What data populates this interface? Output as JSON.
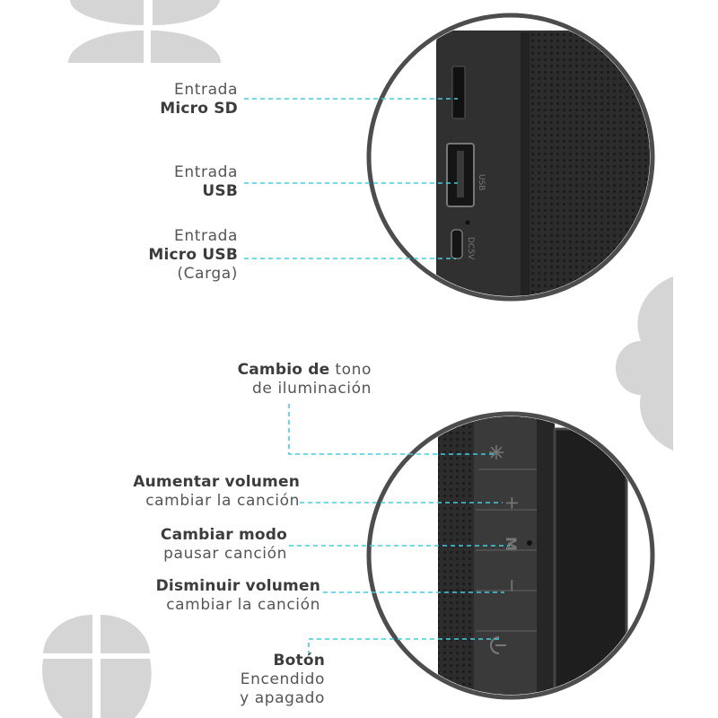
{
  "colors": {
    "decor": "#d5d5d5",
    "ring": "#4d4d4d",
    "device": "#2a2a2a",
    "leader": "#3fd0e0",
    "text": "#4a4a4a"
  },
  "ports": [
    {
      "line1": "Entrada",
      "line2": "Micro SD"
    },
    {
      "line1": "Entrada",
      "line2": "USB"
    },
    {
      "line1": "Entrada",
      "line2": "Micro USB",
      "line3": "(Carga)"
    }
  ],
  "port_markings": {
    "usb": "USB",
    "dc": "DC5V"
  },
  "buttons": {
    "light": {
      "bold": "Cambio de",
      "rest": " tono",
      "line2": "de iluminación"
    },
    "vol_up": {
      "bold": "Aumentar volumen",
      "line2": "cambiar la canción"
    },
    "mode": {
      "bold": "Cambiar modo",
      "line2": "pausar canción"
    },
    "vol_down": {
      "bold": "Disminuir volumen",
      "line2": "cambiar la canción"
    },
    "power": {
      "bold": "Botón",
      "line2": "Encendido",
      "line3": "y apagado"
    }
  },
  "button_glyphs": {
    "plus": "+",
    "mode": "M",
    "minus": "−"
  }
}
